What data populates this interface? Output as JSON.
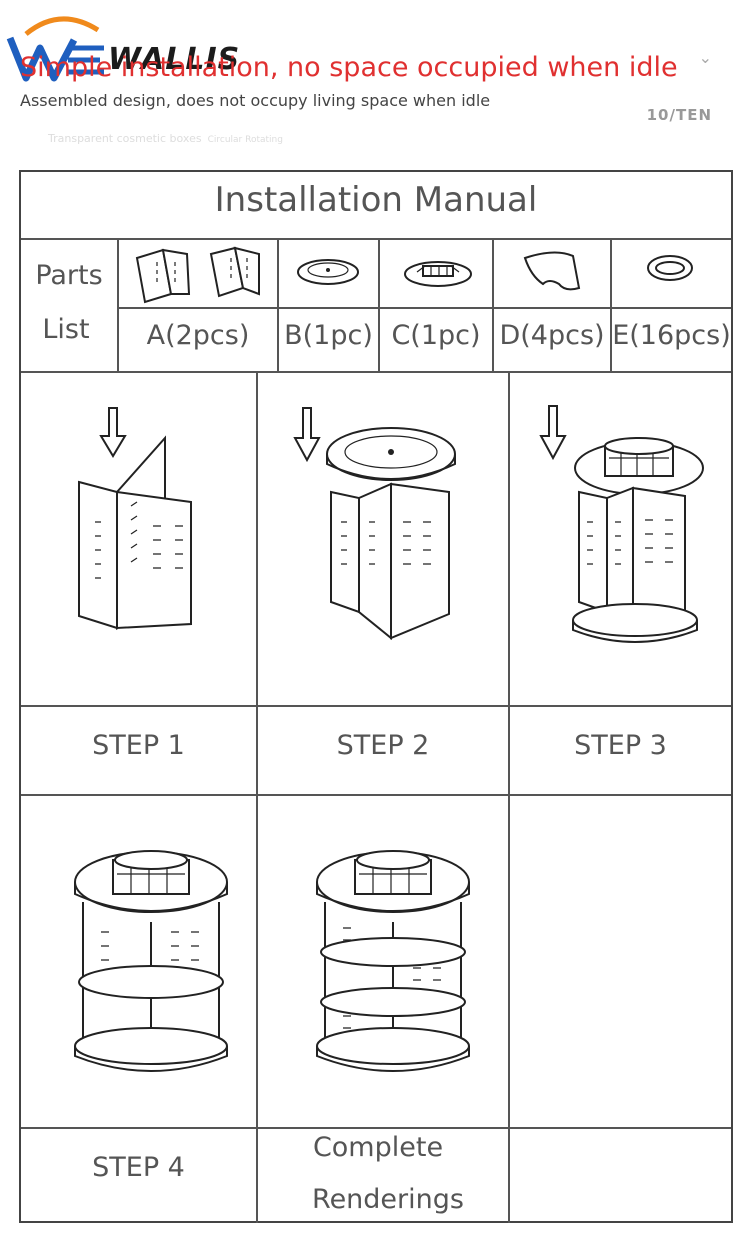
{
  "header": {
    "brand": "WALLIS",
    "headline": "Simple installation, no space occupied when idle",
    "subline": "Assembled design, does not occupy living space when idle",
    "page_number": "10/TEN",
    "faint_left": "Transparent cosmetic boxes",
    "faint_right": "Circular Rotating"
  },
  "manual": {
    "title": "Installation Manual",
    "parts_label_line1": "Parts",
    "parts_label_line2": "List",
    "parts": [
      {
        "code": "A(2pcs)",
        "icon": "divider-panel-icon"
      },
      {
        "code": "B(1pc)",
        "icon": "round-top-tray-icon"
      },
      {
        "code": "C(1pc)",
        "icon": "compartment-tray-icon"
      },
      {
        "code": "D(4pcs)",
        "icon": "quarter-shelf-icon"
      },
      {
        "code": "E(16pcs)",
        "icon": "ring-connector-icon"
      }
    ],
    "steps": [
      {
        "label": "STEP 1"
      },
      {
        "label": "STEP 2"
      },
      {
        "label": "STEP 3"
      },
      {
        "label": "STEP 4"
      },
      {
        "label_line1": "Complete",
        "label_line2": "Renderings"
      }
    ]
  },
  "colors": {
    "headline": "#e03030",
    "logo_blue": "#1f5fbf",
    "logo_orange": "#f08a1c",
    "grid_line": "#555555"
  }
}
